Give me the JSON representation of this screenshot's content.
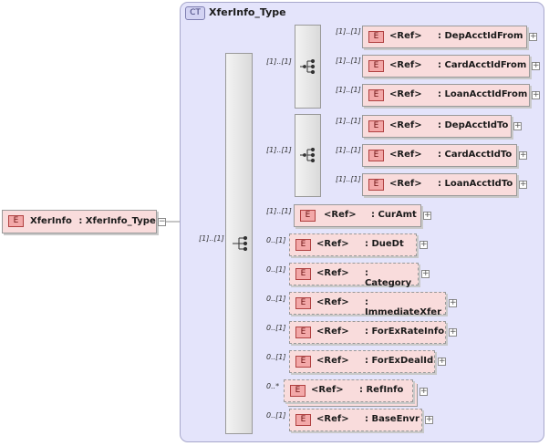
{
  "complex_type": {
    "badge": "CT",
    "title": "XferInfo_Type"
  },
  "root_element": {
    "badge": "E",
    "name": "XferInfo",
    "type": ": XferInfo_Type",
    "collapse": "−"
  },
  "sequence_occurrence": "[1]..[1]",
  "from_choice": {
    "occurrence": "[1]..[1]",
    "elements": [
      {
        "occurrence": "[1]..[1]",
        "badge": "E",
        "ref": "<Ref>",
        "name": ": DepAcctIdFrom",
        "expand": "+"
      },
      {
        "occurrence": "[1]..[1]",
        "badge": "E",
        "ref": "<Ref>",
        "name": ": CardAcctIdFrom",
        "expand": "+"
      },
      {
        "occurrence": "[1]..[1]",
        "badge": "E",
        "ref": "<Ref>",
        "name": ": LoanAcctIdFrom",
        "expand": "+"
      }
    ]
  },
  "to_choice": {
    "occurrence": "[1]..[1]",
    "elements": [
      {
        "occurrence": "[1]..[1]",
        "badge": "E",
        "ref": "<Ref>",
        "name": ": DepAcctIdTo",
        "expand": "+"
      },
      {
        "occurrence": "[1]..[1]",
        "badge": "E",
        "ref": "<Ref>",
        "name": ": CardAcctIdTo",
        "expand": "+"
      },
      {
        "occurrence": "[1]..[1]",
        "badge": "E",
        "ref": "<Ref>",
        "name": ": LoanAcctIdTo",
        "expand": "+"
      }
    ]
  },
  "sequence_elements": [
    {
      "occurrence": "[1]..[1]",
      "badge": "E",
      "ref": "<Ref>",
      "name": ": CurAmt",
      "expand": "+"
    },
    {
      "occurrence": "0..[1]",
      "badge": "E",
      "ref": "<Ref>",
      "name": ": DueDt",
      "expand": "+"
    },
    {
      "occurrence": "0..[1]",
      "badge": "E",
      "ref": "<Ref>",
      "name": ": Category",
      "expand": "+"
    },
    {
      "occurrence": "0..[1]",
      "badge": "E",
      "ref": "<Ref>",
      "name": ": ImmediateXfer",
      "expand": "+"
    },
    {
      "occurrence": "0..[1]",
      "badge": "E",
      "ref": "<Ref>",
      "name": ": ForExRateInfo",
      "expand": "+"
    },
    {
      "occurrence": "0..[1]",
      "badge": "E",
      "ref": "<Ref>",
      "name": ": ForExDealId",
      "expand": "+"
    },
    {
      "occurrence": "0..*",
      "badge": "E",
      "ref": "<Ref>",
      "name": ": RefInfo",
      "expand": "+"
    },
    {
      "occurrence": "0..[1]",
      "badge": "E",
      "ref": "<Ref>",
      "name": ": BaseEnvr",
      "expand": "+"
    }
  ]
}
